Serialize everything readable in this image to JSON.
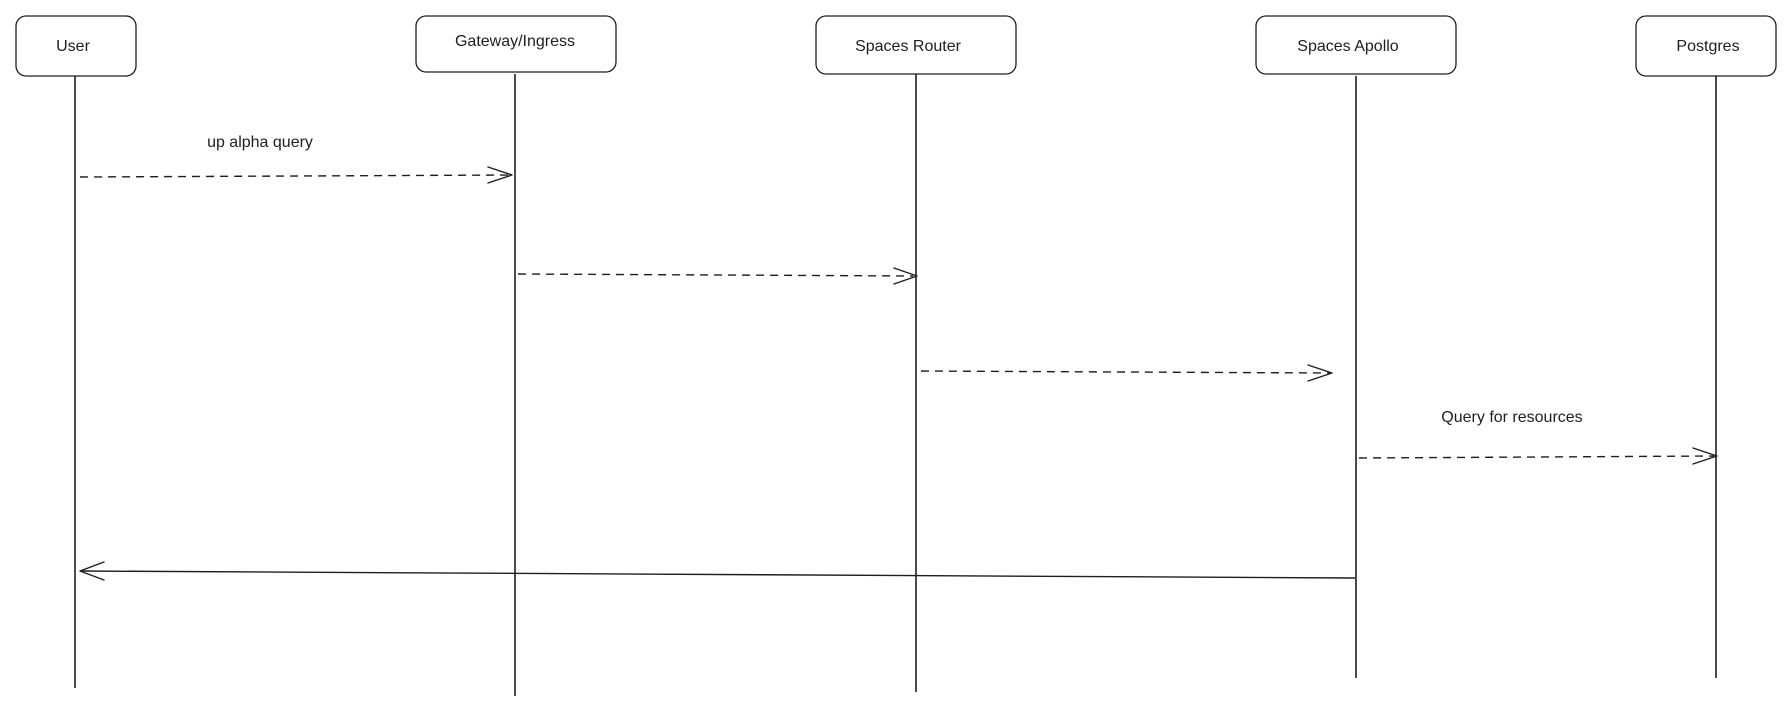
{
  "participants": [
    {
      "id": "user",
      "label": "User"
    },
    {
      "id": "gateway",
      "label": "Gateway/Ingress"
    },
    {
      "id": "router",
      "label": "Spaces Router"
    },
    {
      "id": "apollo",
      "label": "Spaces Apollo"
    },
    {
      "id": "postgres",
      "label": "Postgres"
    }
  ],
  "messages": [
    {
      "from": "user",
      "to": "gateway",
      "label": "up alpha query",
      "style": "dashed"
    },
    {
      "from": "gateway",
      "to": "router",
      "label": "",
      "style": "dashed"
    },
    {
      "from": "router",
      "to": "apollo",
      "label": "",
      "style": "dashed"
    },
    {
      "from": "apollo",
      "to": "postgres",
      "label": "Query for resources",
      "style": "dashed"
    },
    {
      "from": "apollo",
      "to": "user",
      "label": "",
      "style": "solid"
    }
  ],
  "colors": {
    "stroke": "#1e1e1e",
    "background": "#ffffff"
  }
}
